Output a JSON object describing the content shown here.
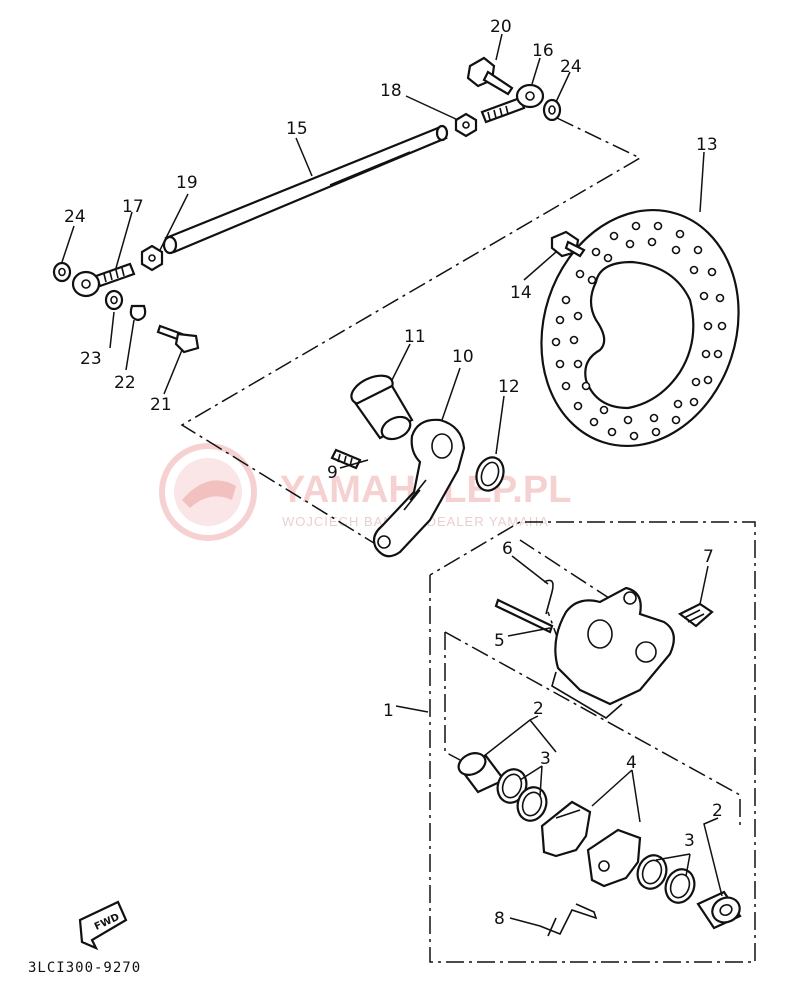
{
  "diagram": {
    "code": "3LCI300-9270",
    "fwd_label": "FWD",
    "watermark": {
      "brand": "YAMAHALEP.PL",
      "subtitle": "WOJCIECH BAŃCZ | DEALER YAMAHA"
    },
    "labels": {
      "l1": "1",
      "l2a": "2",
      "l2b": "2",
      "l3a": "3",
      "l3b": "3",
      "l4": "4",
      "l5": "5",
      "l6": "6",
      "l7": "7",
      "l8": "8",
      "l9": "9",
      "l10": "10",
      "l11": "11",
      "l12": "12",
      "l13": "13",
      "l14": "14",
      "l15": "15",
      "l16": "16",
      "l17": "17",
      "l18": "18",
      "l19": "19",
      "l20": "20",
      "l21": "21",
      "l22": "22",
      "l23": "23",
      "l24a": "24",
      "l24b": "24"
    }
  }
}
